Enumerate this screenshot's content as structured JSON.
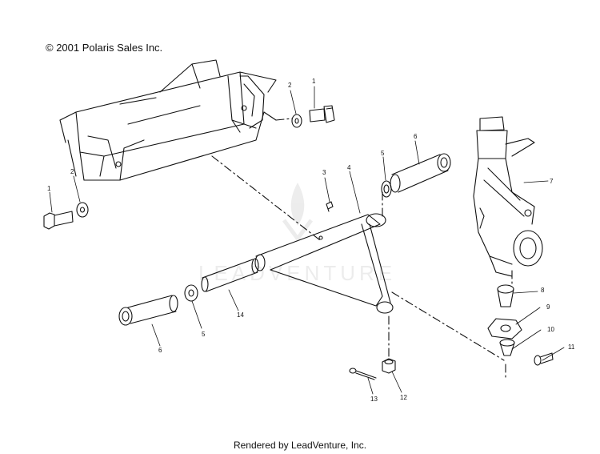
{
  "copyright": "© 2001 Polaris Sales Inc.",
  "footer": "Rendered by LeadVenture, Inc.",
  "watermark": "LEADVENTURE",
  "callouts": {
    "c1a": "1",
    "c2a": "2",
    "c1b": "1",
    "c2b": "2",
    "c3": "3",
    "c4": "4",
    "c5a": "5",
    "c6a": "6",
    "c7": "7",
    "c5b": "5",
    "c6b": "6",
    "c14": "14",
    "c8": "8",
    "c9": "9",
    "c10": "10",
    "c11": "11",
    "c12": "12",
    "c13": "13"
  }
}
